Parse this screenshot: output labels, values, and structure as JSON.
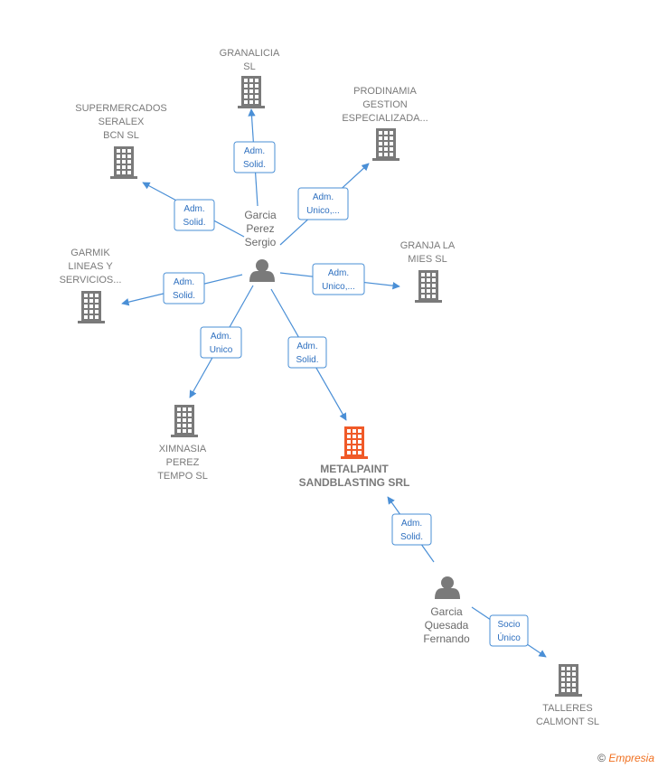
{
  "nodes": {
    "granalicia": {
      "lines": [
        "GRANALICIA",
        "SL"
      ],
      "type": "company"
    },
    "prodinamia": {
      "lines": [
        "PRODINAMIA",
        "GESTION",
        "ESPECIALIZADA..."
      ],
      "type": "company"
    },
    "supermercados": {
      "lines": [
        "SUPERMERCADOS",
        "SERALEX",
        "BCN  SL"
      ],
      "type": "company"
    },
    "garmik": {
      "lines": [
        "GARMIK",
        "LINEAS Y",
        "SERVICIOS..."
      ],
      "type": "company"
    },
    "granja": {
      "lines": [
        "GRANJA LA",
        "MIES  SL"
      ],
      "type": "company"
    },
    "ximnasia": {
      "lines": [
        "XIMNASIA",
        "PEREZ",
        "TEMPO  SL"
      ],
      "type": "company"
    },
    "metalpaint": {
      "lines": [
        "METALPAINT",
        "SANDBLASTING SRL"
      ],
      "type": "focus-company"
    },
    "talleres": {
      "lines": [
        "TALLERES",
        "CALMONT SL"
      ],
      "type": "company"
    },
    "sergio": {
      "lines": [
        "Garcia",
        "Perez",
        "Sergio"
      ],
      "type": "person"
    },
    "fernando": {
      "lines": [
        "Garcia",
        "Quesada",
        "Fernando"
      ],
      "type": "person"
    }
  },
  "edges": [
    {
      "from": "sergio",
      "to": "granalicia",
      "lines": [
        "Adm.",
        "Solid."
      ]
    },
    {
      "from": "sergio",
      "to": "prodinamia",
      "lines": [
        "Adm.",
        "Unico,..."
      ]
    },
    {
      "from": "sergio",
      "to": "supermercados",
      "lines": [
        "Adm.",
        "Solid."
      ]
    },
    {
      "from": "sergio",
      "to": "garmik",
      "lines": [
        "Adm.",
        "Solid."
      ]
    },
    {
      "from": "sergio",
      "to": "granja",
      "lines": [
        "Adm.",
        "Unico,..."
      ]
    },
    {
      "from": "sergio",
      "to": "ximnasia",
      "lines": [
        "Adm.",
        "Unico"
      ]
    },
    {
      "from": "sergio",
      "to": "metalpaint",
      "lines": [
        "Adm.",
        "Solid."
      ]
    },
    {
      "from": "fernando",
      "to": "metalpaint",
      "lines": [
        "Adm.",
        "Solid."
      ]
    },
    {
      "from": "fernando",
      "to": "talleres",
      "lines": [
        "Socio",
        "Único"
      ]
    }
  ],
  "colors": {
    "company": "#7a7a7a",
    "focus": "#f05a28",
    "person": "#7a7a7a",
    "edge": "#4a8fd6"
  },
  "footer": {
    "copyright": "©",
    "brand": "Empresia"
  }
}
